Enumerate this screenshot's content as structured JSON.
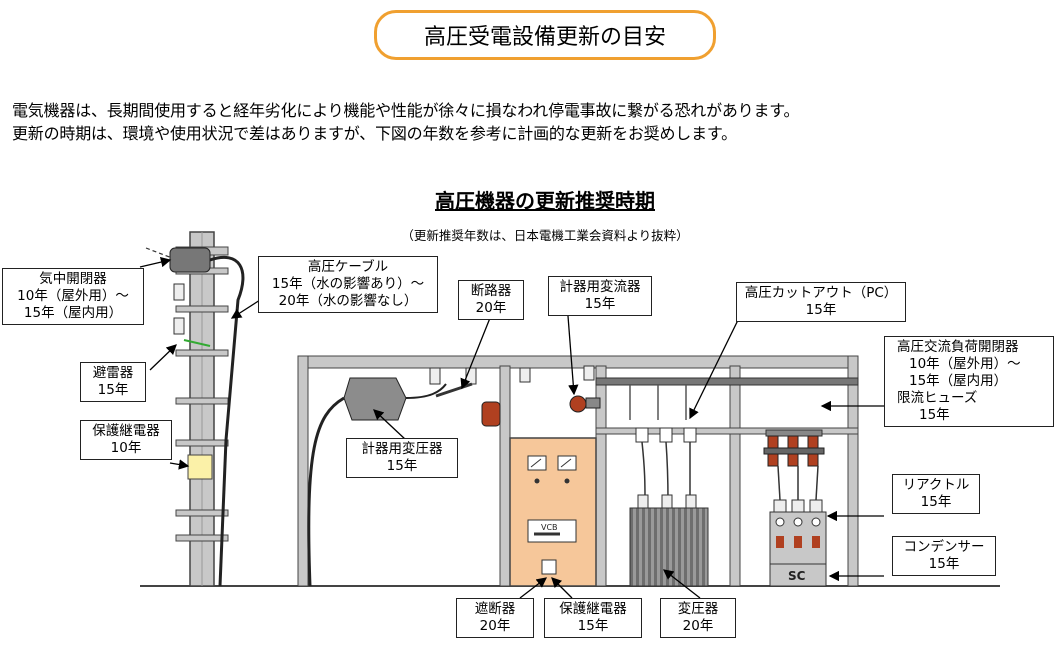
{
  "title": "高圧受電設備更新の目安",
  "intro": {
    "line1": "電気機器は、長期間使用すると経年劣化により機能や性能が徐々に損なわれ停電事故に繋がる恐れがあります。",
    "line2": "更新の時期は、環境や使用状況で差はありますが、下図の年数を参考に計画的な更新をお奨めします。"
  },
  "subtitle": "高圧機器の更新推奨時期",
  "source_note": "（更新推奨年数は、日本電機工業会資料より抜粋）",
  "labels": {
    "air_switch": {
      "name": "気中開閉器",
      "years_outdoor": "10年（屋外用）～",
      "years_indoor": "15年（屋内用）"
    },
    "cable": {
      "name": "高圧ケーブル",
      "years_wet": "15年（水の影響あり）～",
      "years_dry": "20年（水の影響なし）"
    },
    "disconnector": {
      "name": "断路器",
      "years": "20年"
    },
    "ct": {
      "name": "計器用変流器",
      "years": "15年"
    },
    "pc": {
      "name": "高圧カットアウト（PC）",
      "years": "15年"
    },
    "load_switch": {
      "name": "高圧交流負荷開閉器",
      "years_outdoor": "10年（屋外用）～",
      "years_indoor": "15年（屋内用）",
      "fuse_name": "限流ヒューズ",
      "fuse_years": "15年"
    },
    "arrester": {
      "name": "避雷器",
      "years": "15年"
    },
    "relay_pole": {
      "name": "保護継電器",
      "years": "10年"
    },
    "vt": {
      "name": "計器用変圧器",
      "years": "15年"
    },
    "reactor": {
      "name": "リアクトル",
      "years": "15年"
    },
    "capacitor": {
      "name": "コンデンサー",
      "years": "15年"
    },
    "breaker": {
      "name": "遮断器",
      "years": "20年"
    },
    "relay_panel": {
      "name": "保護継電器",
      "years": "15年"
    },
    "transformer": {
      "name": "変圧器",
      "years": "20年"
    }
  },
  "equipment_text": {
    "vcb": "VCB",
    "sc": "SC"
  },
  "colors": {
    "title_border": "#f0a030",
    "panel": "#f6c79a",
    "steel": "#c8c8c8",
    "device": "#b04020"
  }
}
